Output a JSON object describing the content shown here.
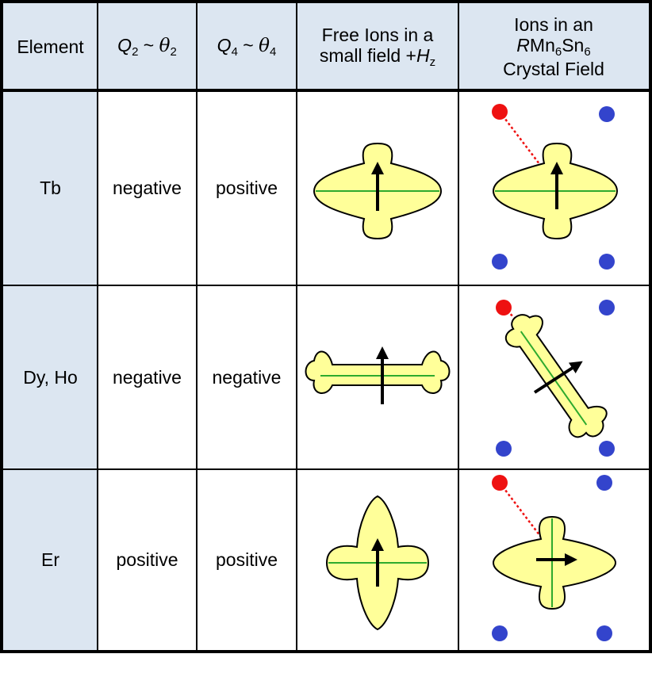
{
  "header": {
    "element": "Element",
    "q2": {
      "symbol": "Q",
      "sub": "2",
      "sep": " ~ ",
      "theta": "θ",
      "theta_sub": "2"
    },
    "q4": {
      "symbol": "Q",
      "sub": "4",
      "sep": " ~ ",
      "theta": "θ",
      "theta_sub": "4"
    },
    "free_ions": {
      "line1": "Free Ions in a",
      "line2_prefix": "small field +",
      "line2_var": "H",
      "line2_sub": "z"
    },
    "crystal": {
      "line1": "Ions in an",
      "r": "R",
      "mn": "Mn",
      "mn_sub": "6",
      "sn": "Sn",
      "sn_sub": "6",
      "line3": "Crystal Field"
    }
  },
  "rows": [
    {
      "element": "Tb",
      "q2": "negative",
      "q4": "positive",
      "free_shape": "tb-shape",
      "crystal_shape": "tb-crystal-shape"
    },
    {
      "element": "Dy, Ho",
      "q2": "negative",
      "q4": "negative",
      "free_shape": "bone-shape",
      "crystal_shape": "tilted-bone-shape"
    },
    {
      "element": "Er",
      "q2": "positive",
      "q4": "positive",
      "free_shape": "er-shape",
      "crystal_shape": "er-crystal-shape"
    }
  ],
  "colors": {
    "header_bg": "#dce6f1",
    "shape_fill": "#ffff99",
    "axis_line": "#2eaa2e",
    "red_ion": "#ee1111",
    "blue_ion": "#3344cc"
  }
}
